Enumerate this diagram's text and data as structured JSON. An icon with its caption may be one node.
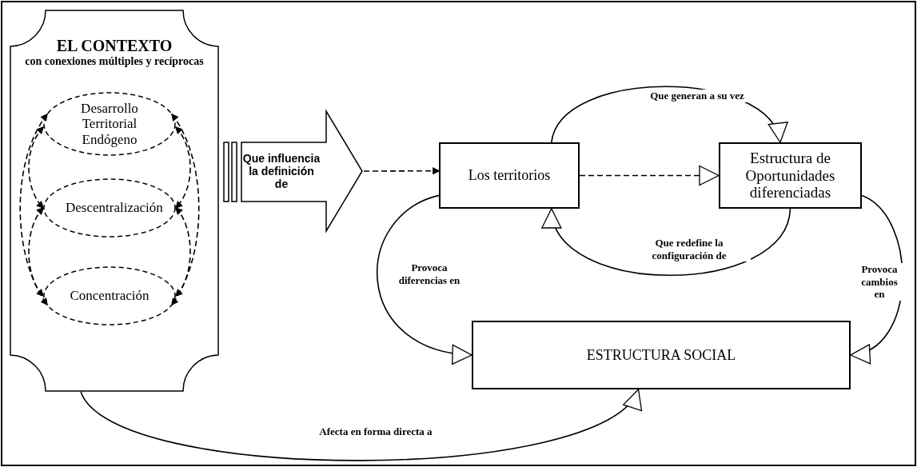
{
  "diagram": {
    "nodes": [
      {
        "text": [
          "EL CONTEXTO",
          "con conexiones múltiples y recíprocas"
        ]
      },
      {
        "text": [
          "Desarrollo Territorial Endógeno"
        ],
        "in": 0
      },
      {
        "text": [
          "Descentralización"
        ],
        "in": 0
      },
      {
        "text": [
          "Concentración"
        ],
        "in": 0
      },
      {
        "text": [
          "Que influencia la definición de"
        ]
      },
      {
        "text": [
          "Los territorios"
        ]
      },
      {
        "text": [
          "Estructura de Oportunidades diferenciadas"
        ]
      },
      {
        "text": [
          "ESTRUCTURA SOCIAL"
        ]
      }
    ],
    "edges": [
      {
        "from": 1,
        "to": 2,
        "arrow": "both",
        "style": "dashed"
      },
      {
        "from": 2,
        "to": 3,
        "arrow": "both",
        "style": "dashed"
      },
      {
        "from": 1,
        "to": 3,
        "arrow": "both",
        "style": "dashed"
      },
      {
        "from": 1,
        "to": 2,
        "arrow": "both",
        "style": "dashed"
      },
      {
        "from": 2,
        "to": 3,
        "arrow": "both",
        "style": "dashed"
      },
      {
        "from": 1,
        "to": 3,
        "arrow": "both",
        "style": "dashed"
      },
      {
        "from": 4,
        "to": 5,
        "arrow": "to",
        "style": "dashed"
      },
      {
        "from": 5,
        "to": 6,
        "arrow": "to",
        "style": "dashed"
      },
      {
        "from": 5,
        "to": 6,
        "arrow": "to",
        "label": "Que generan a su vez"
      },
      {
        "from": 6,
        "to": 5,
        "arrow": "to",
        "label": "Que redefine la configuración de"
      },
      {
        "from": 5,
        "to": 7,
        "arrow": "to",
        "label": "Provoca diferencias en"
      },
      {
        "from": 6,
        "to": 7,
        "arrow": "to",
        "label": "Provoca cambios en"
      },
      {
        "from": 0,
        "to": 7,
        "arrow": "to",
        "label": "Afecta en forma directa a"
      }
    ]
  }
}
